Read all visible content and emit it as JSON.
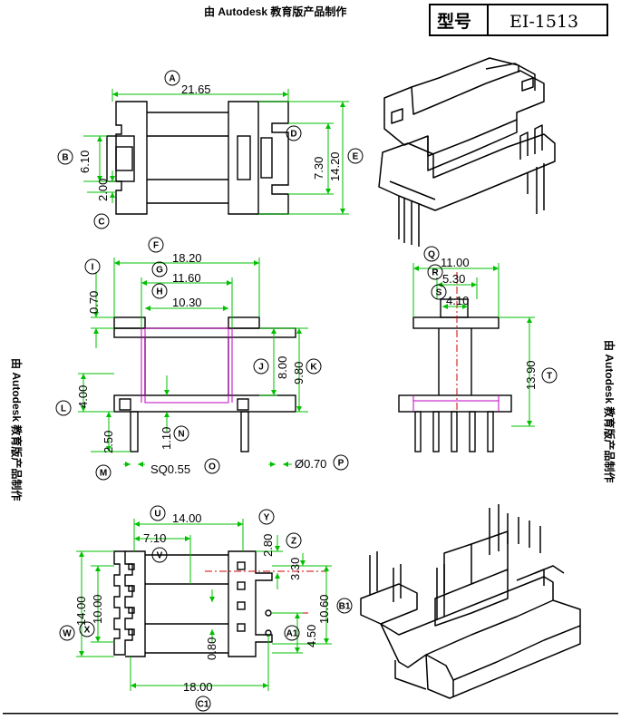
{
  "watermark_top": "由 Autodesk 教育版产品制作",
  "watermark_left": "由 Autodesk 教育版产品制作",
  "watermark_right": "由 Autodesk 教育版产品制作",
  "title_block": {
    "model_label": "型号",
    "model_value": "EI-1513"
  },
  "dimensions": {
    "A": "21.65",
    "B": "6.10",
    "C": "2.00",
    "D": "7.30",
    "E": "14.20",
    "F": "18.20",
    "G": "11.60",
    "H": "10.30",
    "I": "0.70",
    "J": "8.00",
    "K": "9.80",
    "L": "4.00",
    "M": "2.50",
    "N": "1.10",
    "O": "SQ0.55",
    "P": "Ø0.70",
    "Q": "11.00",
    "R": "5.30",
    "S": "4.10",
    "T": "13.90",
    "U": "14.00",
    "V": "7.10",
    "W": "14.00",
    "X": "10.00",
    "Y": "2.80",
    "Z": "3.30",
    "A1": "4.50",
    "B1": "10.60",
    "C1": "18.00",
    "D1": "0.80"
  },
  "letters": [
    "A",
    "B",
    "C",
    "D",
    "E",
    "F",
    "G",
    "H",
    "I",
    "J",
    "K",
    "L",
    "M",
    "N",
    "O",
    "P",
    "Q",
    "R",
    "S",
    "T",
    "U",
    "V",
    "W",
    "X",
    "Y",
    "Z",
    "A1",
    "B1",
    "C1"
  ],
  "colors": {
    "dimension_line": "#00c000",
    "center_line": "#d00000",
    "hidden_line": "#c000c0",
    "outline": "#000000"
  }
}
